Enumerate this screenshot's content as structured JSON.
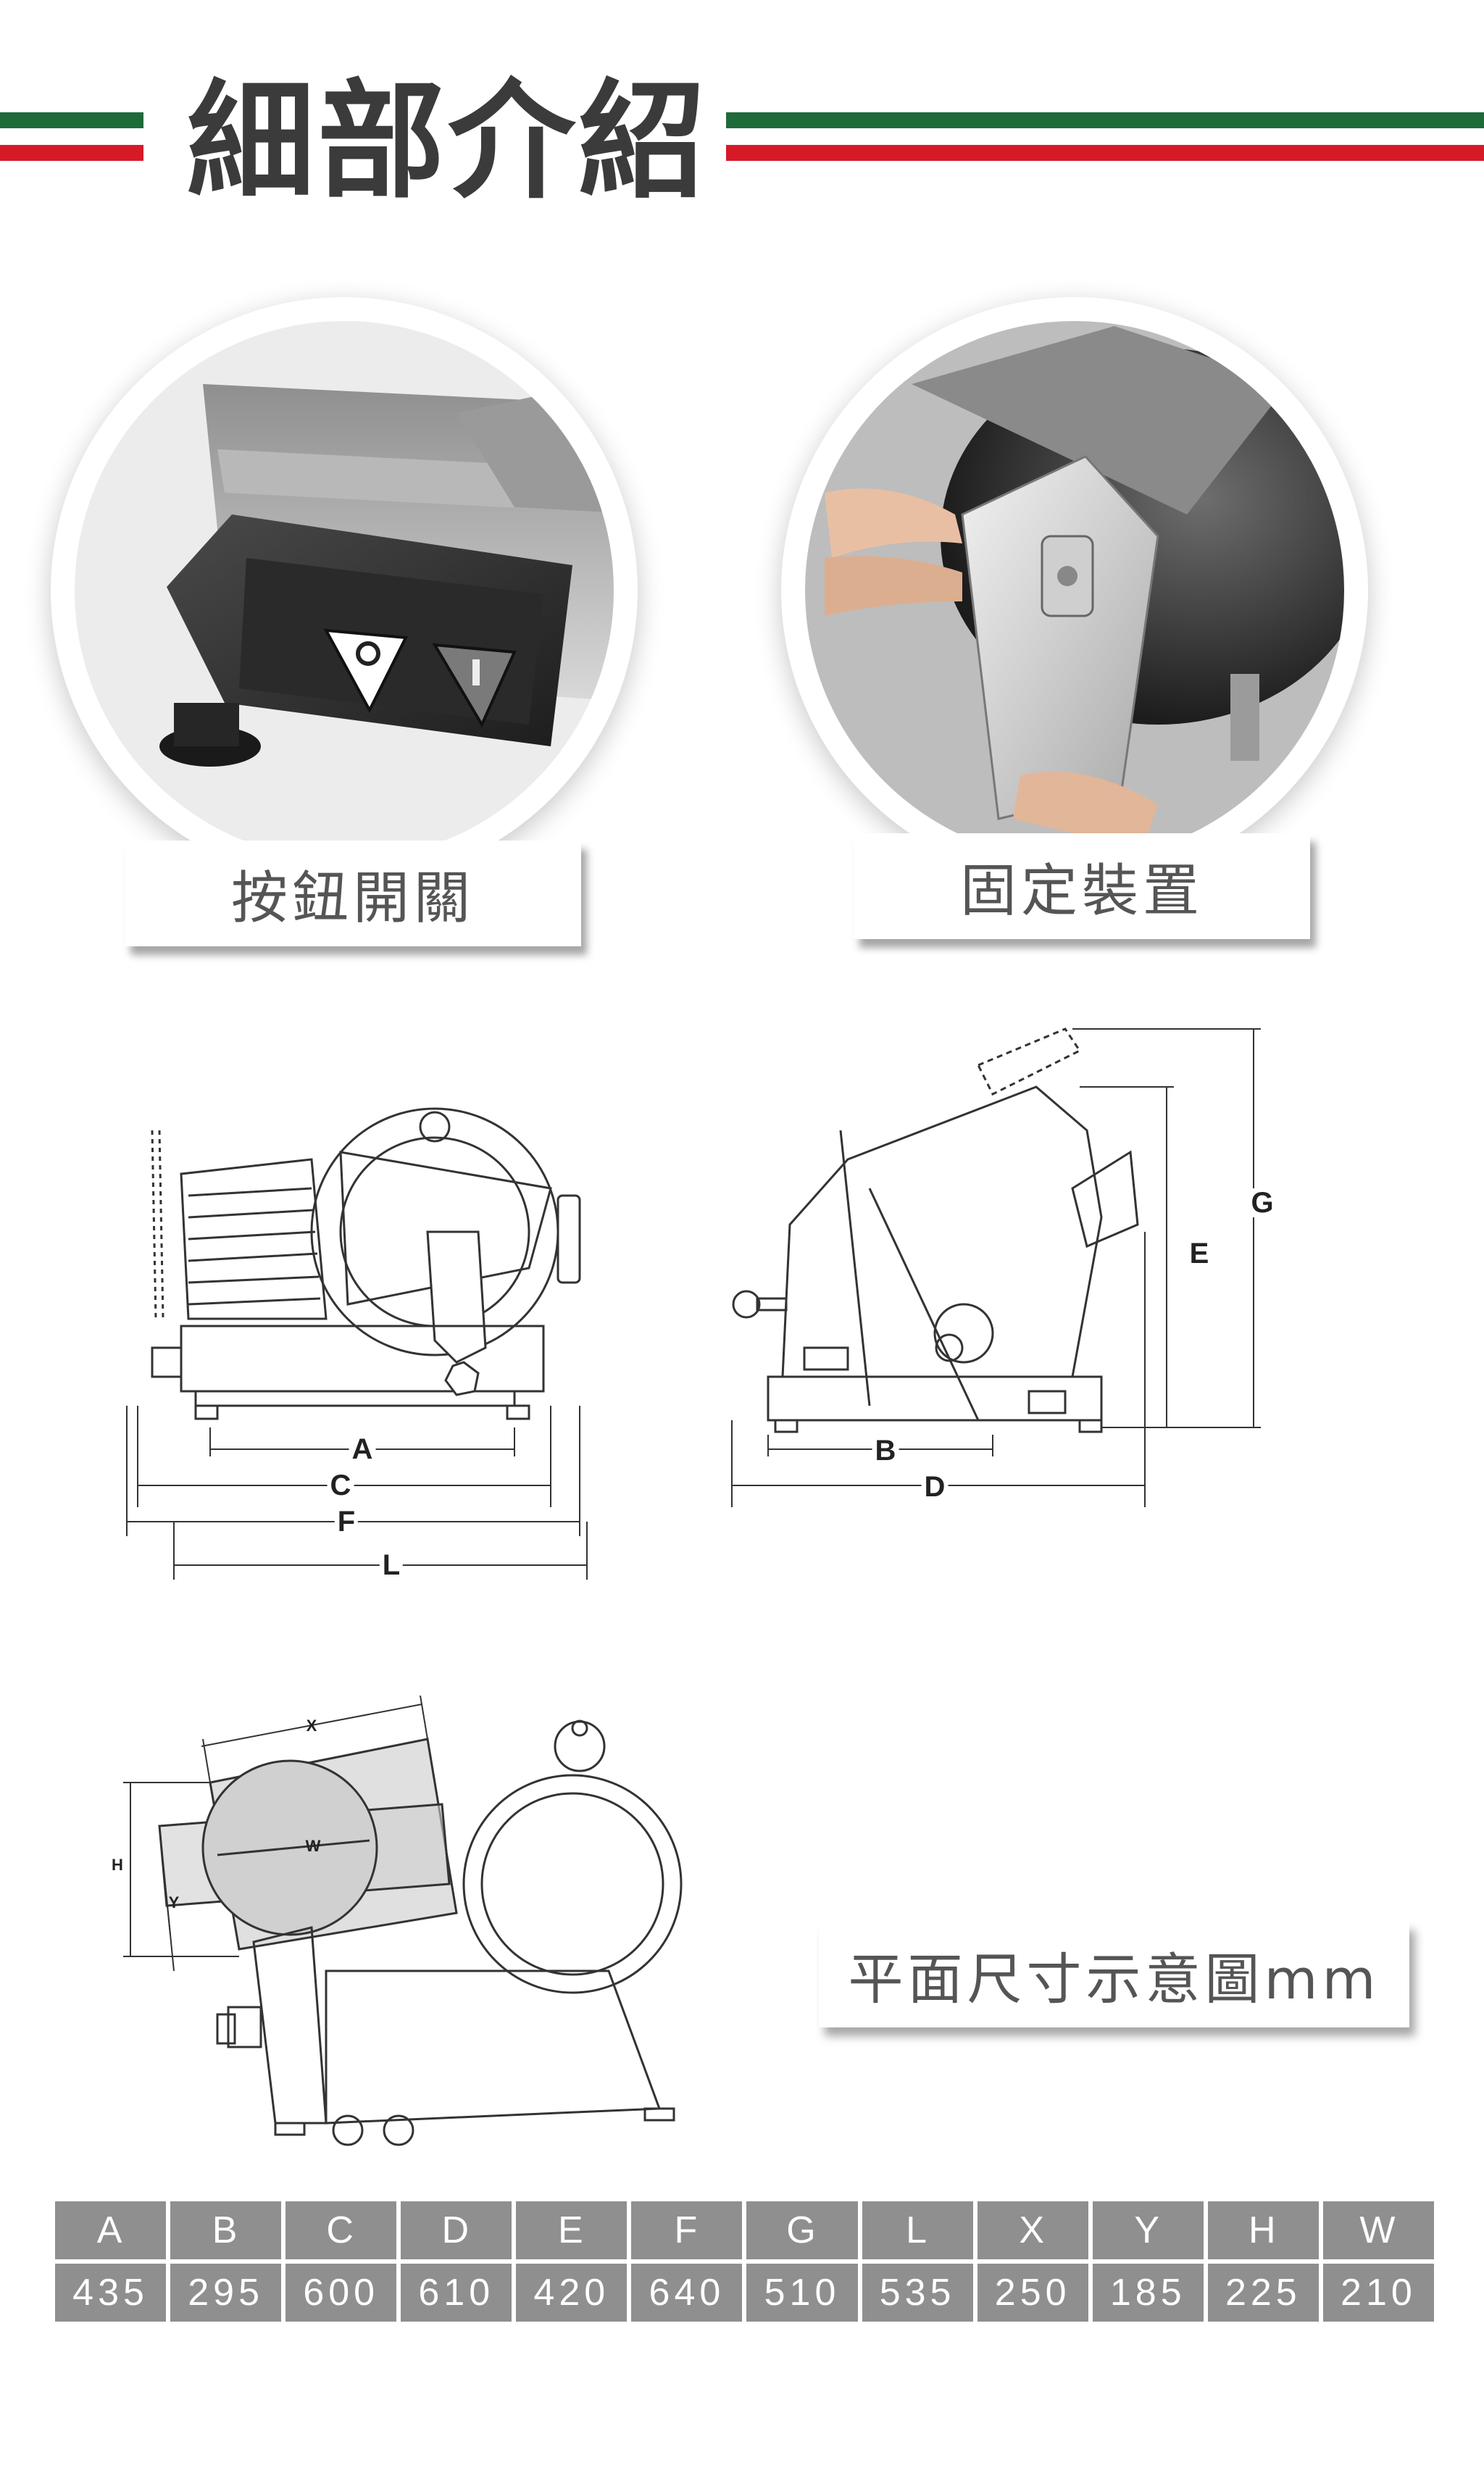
{
  "header": {
    "title": "細部介紹"
  },
  "details": [
    {
      "caption": "按鈕開關",
      "photo_icon": "power-switch-closeup"
    },
    {
      "caption": "固定裝置",
      "photo_icon": "blade-cover-mount-closeup"
    }
  ],
  "diagram_labels": {
    "front": [
      "A",
      "C",
      "F",
      "L"
    ],
    "side": [
      "B",
      "D",
      "E",
      "G"
    ],
    "plan": [
      "X",
      "W",
      "H",
      "Y"
    ]
  },
  "plan_caption": "平面尺寸示意圖mm",
  "spec_table": {
    "headers": [
      "A",
      "B",
      "C",
      "D",
      "E",
      "F",
      "G",
      "L",
      "X",
      "Y",
      "H",
      "W"
    ],
    "values": [
      "435",
      "295",
      "600",
      "610",
      "420",
      "640",
      "510",
      "535",
      "250",
      "185",
      "225",
      "210"
    ]
  },
  "colors": {
    "stripe_green": "#1e6b3a",
    "stripe_red": "#d71a28",
    "table_cell": "#8f8f8f"
  }
}
